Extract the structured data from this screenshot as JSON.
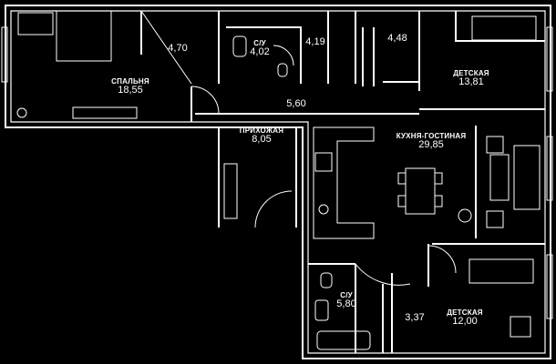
{
  "rooms": {
    "bedroom": {
      "name": "СПАЛЬНЯ",
      "area": "18,55"
    },
    "wardrobe": {
      "area": "4,70"
    },
    "bath1": {
      "name": "С/У",
      "area": "4,02"
    },
    "storage1": {
      "area": "4,19"
    },
    "storage2": {
      "area": "4,48"
    },
    "kids1": {
      "name": "ДЕТСКАЯ",
      "area": "13,81"
    },
    "corridor": {
      "area": "5,60"
    },
    "hall": {
      "name": "ПРИХОЖАЯ",
      "area": "8,05"
    },
    "living": {
      "name": "КУХНЯ-ГОСТИНАЯ",
      "area": "29,85"
    },
    "bath2": {
      "name": "С/У",
      "area": "5,80"
    },
    "storage3": {
      "area": "3,37"
    },
    "kids2": {
      "name": "ДЕТСКАЯ",
      "area": "12,00"
    }
  }
}
